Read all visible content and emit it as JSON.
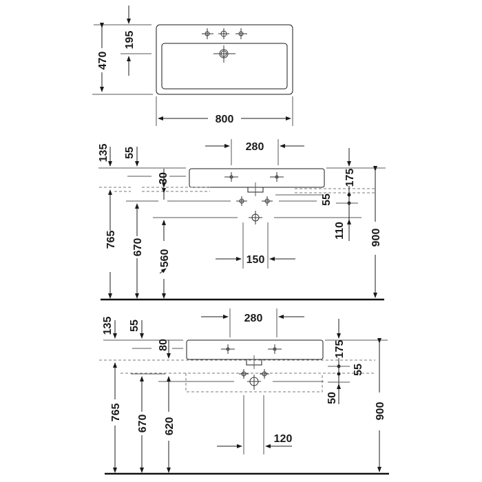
{
  "drawing": {
    "title": "Washbasin dimension drawing",
    "colors": {
      "line": "#1a1a1a",
      "thin": "#555555",
      "dashed": "#777777",
      "floor": "#111111"
    }
  },
  "plan_view": {
    "width_label": "800",
    "depth_label": "470",
    "tap_offset_label": "195"
  },
  "elevation_1": {
    "tap_spacing_label": "280",
    "top_offset_135": "135",
    "top_offset_55": "55",
    "rim_30": "30",
    "right_175": "175",
    "right_55": "55",
    "right_110": "110",
    "height_900": "900",
    "height_765": "765",
    "height_670": "670",
    "height_560": "560",
    "supply_spacing_150": "150"
  },
  "elevation_2": {
    "tap_spacing_label": "280",
    "top_offset_135": "135",
    "top_offset_55": "55",
    "rim_80": "80",
    "right_175": "175",
    "right_55": "55",
    "right_50": "50",
    "height_900": "900",
    "height_765": "765",
    "height_670": "670",
    "height_620": "620",
    "supply_spacing_120": "120"
  }
}
